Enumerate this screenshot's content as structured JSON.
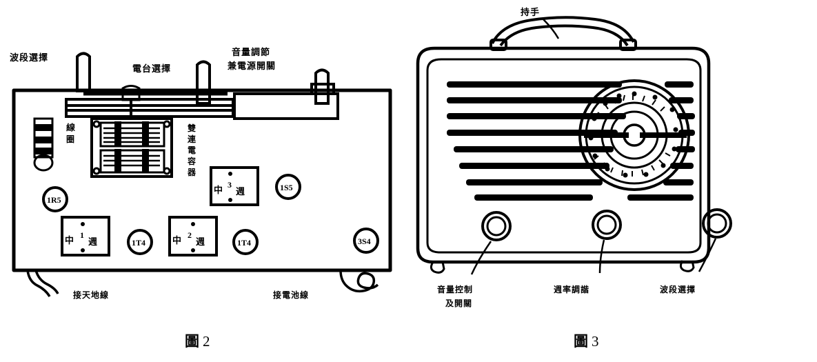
{
  "figure2": {
    "caption_label": "圖",
    "caption_number": "2",
    "callouts": {
      "band_select": "波段選擇",
      "station_select": "電台選擇",
      "volume_line1": "音量調節",
      "volume_line2": "兼電源開關",
      "coil": "線圈",
      "tuning_cap": "雙連電容器",
      "antenna_ground": "接天地線",
      "battery_lead": "接電池線"
    },
    "components": [
      {
        "name": "tube-1R5",
        "label": "1R5",
        "type": "tube"
      },
      {
        "name": "tube-1T4-a",
        "label": "1T4",
        "type": "tube"
      },
      {
        "name": "tube-1T4-b",
        "label": "1T4",
        "type": "tube"
      },
      {
        "name": "tube-1S5",
        "label": "1S5",
        "type": "tube"
      },
      {
        "name": "tube-3S4",
        "label": "3S4",
        "type": "tube"
      }
    ],
    "if_transformers": [
      {
        "name": "if-1",
        "prefix": "中",
        "number": "1",
        "suffix": "週"
      },
      {
        "name": "if-2",
        "prefix": "中",
        "number": "2",
        "suffix": "週"
      },
      {
        "name": "if-3",
        "prefix": "中",
        "number": "3",
        "suffix": "週"
      }
    ]
  },
  "figure3": {
    "caption_label": "圖",
    "caption_number": "3",
    "callouts": {
      "handle": "持手",
      "volume_line1": "音量控制",
      "volume_line2": "及開關",
      "tuning": "週率調諧",
      "band_select": "波段選擇"
    },
    "knobs": [
      {
        "name": "knob-volume",
        "label": "音量控制及開關"
      },
      {
        "name": "knob-tuning",
        "label": "週率調諧"
      },
      {
        "name": "knob-band",
        "label": "波段選擇"
      }
    ]
  },
  "colors": {
    "ink": "#000000",
    "paper": "#ffffff"
  }
}
